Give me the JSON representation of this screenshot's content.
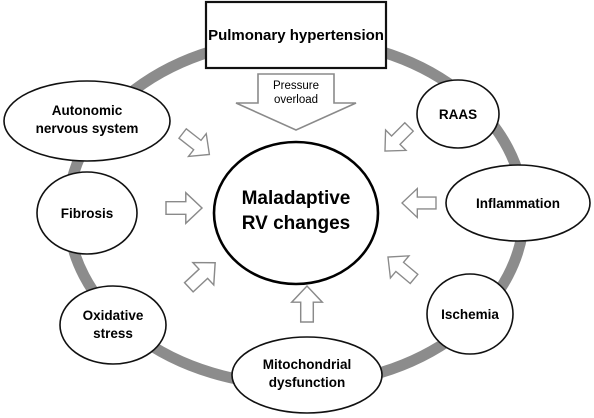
{
  "top_box": "Pulmonary hypertension",
  "pressure_arrow": {
    "line1": "Pressure",
    "line2": "overload"
  },
  "center": {
    "line1": "Maladaptive",
    "line2": "RV changes"
  },
  "nodes": {
    "autonomic": {
      "line1": "Autonomic",
      "line2": "nervous system"
    },
    "raas": {
      "line1": "RAAS"
    },
    "fibrosis": {
      "line1": "Fibrosis"
    },
    "inflammation": {
      "line1": "Inflammation"
    },
    "oxidative": {
      "line1": "Oxidative",
      "line2": "stress"
    },
    "ischemia": {
      "line1": "Ischemia"
    },
    "mitochondrial": {
      "line1": "Mitochondrial",
      "line2": "dysfunction"
    }
  },
  "colors": {
    "ring": "#8c8c8c",
    "outline": "#111111",
    "arrow_outline": "#8a8a8a",
    "background": "#ffffff"
  }
}
